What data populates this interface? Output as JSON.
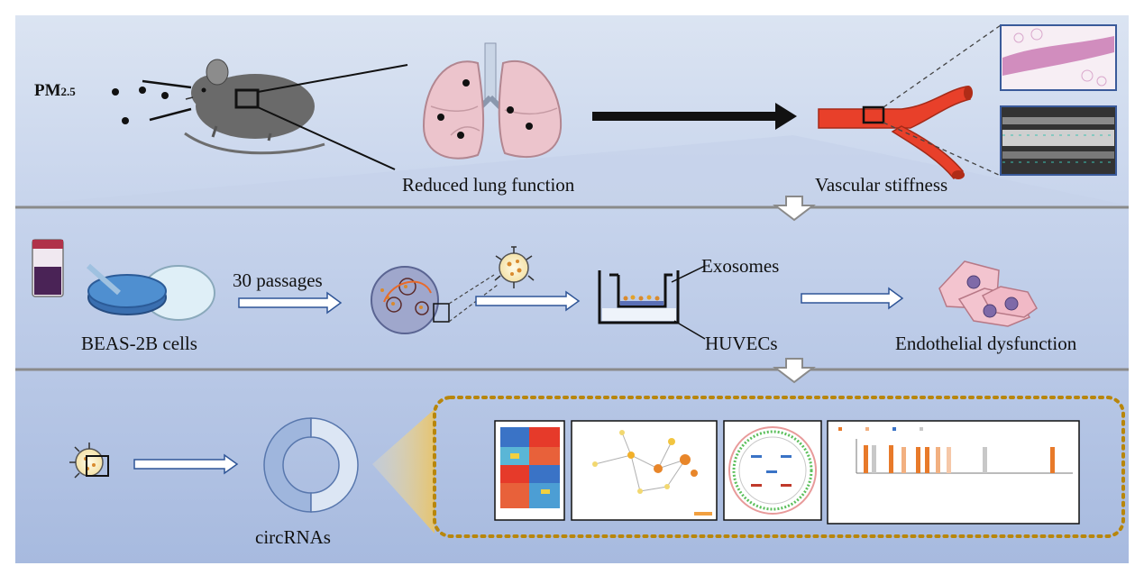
{
  "labels": {
    "pm_main": "PM",
    "pm_sub": "2.5",
    "reduced_lung": "Reduced lung function",
    "vascular": "Vascular stiffness",
    "beas": "BEAS-2B cells",
    "passages": "30 passages",
    "exosomes": "Exosomes",
    "huvecs": "HUVECs",
    "endothelial": "Endothelial dysfunction",
    "circrnas": "circRNAs"
  },
  "colors": {
    "panel_top": "#d3deef",
    "panel_mid": "#bccbe6",
    "panel_bottom": "#a3b8de",
    "arrow_outline": "#2f5597",
    "vessel_red": "#e8402a",
    "dotted_border": "#b8860b",
    "lung_pink": "#ecc4cc"
  }
}
